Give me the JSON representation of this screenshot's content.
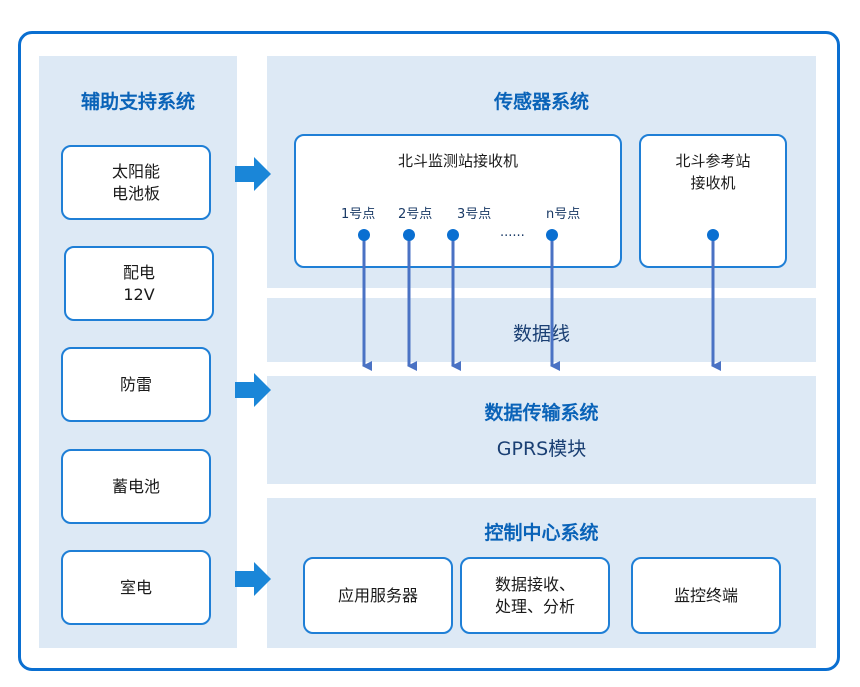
{
  "support": {
    "title": "辅助支持系统",
    "items": [
      "太阳能\n电池板",
      "配电\n12V",
      "防雷",
      "蓄电池",
      "室电"
    ]
  },
  "sensor": {
    "title": "传感器系统",
    "monitor_receiver": "北斗监测站接收机",
    "points": [
      "1号点",
      "2号点",
      "3号点",
      "n号点"
    ],
    "ellipsis": "......",
    "reference_receiver": "北斗参考站\n接收机"
  },
  "dataline": {
    "label": "数据线"
  },
  "transmission": {
    "title": "数据传输系统",
    "module": "GPRS模块"
  },
  "control": {
    "title": "控制中心系统",
    "items": [
      "应用服务器",
      "数据接收、\n处理、分析",
      "监控终端"
    ]
  },
  "colors": {
    "border": "#0a6fd1",
    "panel": "#dde9f5",
    "arrow": "#4a72c4",
    "title": "#0a63b8"
  }
}
